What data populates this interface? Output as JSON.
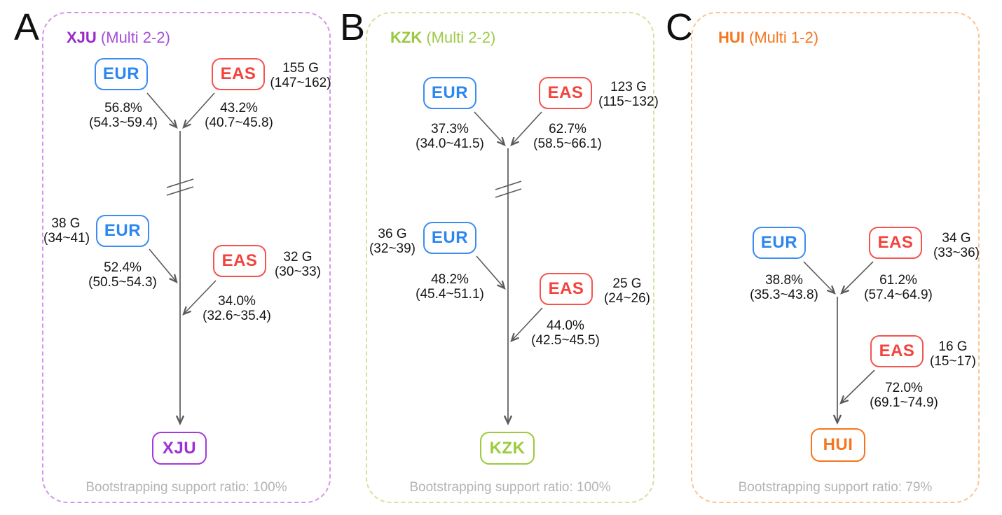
{
  "figure": {
    "description": "Three-panel admixture model diagram with EUR and EAS source populations",
    "colors": {
      "eur_node": "#2b87f0",
      "eas_node": "#f4423c",
      "xju_accent": "#9c30d0",
      "xju_panel_border": "#d694ef",
      "kzk_accent": "#9ccb3d",
      "kzk_panel_border": "#cde59c",
      "hui_accent": "#f5761e",
      "hui_panel_border": "#fcc493",
      "arrow": "#5a5a5a",
      "bootstrap_text": "#b4b4b4"
    }
  },
  "panels": [
    {
      "letter": "A",
      "title": {
        "name": "XJU",
        "variant": "(Multi 2-2)"
      },
      "top_admixture": {
        "left_source": "EUR",
        "right_source": "EAS",
        "generations": {
          "value": "155 G",
          "ci": "(147~162)"
        },
        "left_pct": {
          "value": "56.8%",
          "ci": "(54.3~59.4)"
        },
        "right_pct": {
          "value": "43.2%",
          "ci": "(40.7~45.8)"
        }
      },
      "second_admixture": {
        "left_source": "EUR",
        "left_generations": {
          "value": "38 G",
          "ci": "(34~41)"
        },
        "left_pct": {
          "value": "52.4%",
          "ci": "(50.5~54.3)"
        },
        "right_source": "EAS",
        "right_generations": {
          "value": "32 G",
          "ci": "(30~33)"
        },
        "right_pct": {
          "value": "34.0%",
          "ci": "(32.6~35.4)"
        }
      },
      "target": "XJU",
      "bootstrap": "Bootstrapping support ratio: 100%"
    },
    {
      "letter": "B",
      "title": {
        "name": "KZK",
        "variant": "(Multi 2-2)"
      },
      "top_admixture": {
        "left_source": "EUR",
        "right_source": "EAS",
        "generations": {
          "value": "123 G",
          "ci": "(115~132)"
        },
        "left_pct": {
          "value": "37.3%",
          "ci": "(34.0~41.5)"
        },
        "right_pct": {
          "value": "62.7%",
          "ci": "(58.5~66.1)"
        }
      },
      "second_admixture": {
        "left_source": "EUR",
        "left_generations": {
          "value": "36 G",
          "ci": "(32~39)"
        },
        "left_pct": {
          "value": "48.2%",
          "ci": "(45.4~51.1)"
        },
        "right_source": "EAS",
        "right_generations": {
          "value": "25 G",
          "ci": "(24~26)"
        },
        "right_pct": {
          "value": "44.0%",
          "ci": "(42.5~45.5)"
        }
      },
      "target": "KZK",
      "bootstrap": "Bootstrapping support ratio: 100%"
    },
    {
      "letter": "C",
      "title": {
        "name": "HUI",
        "variant": "(Multi 1-2)"
      },
      "top_admixture": {
        "left_source": "EUR",
        "right_source": "EAS",
        "generations": {
          "value": "34 G",
          "ci": "(33~36)"
        },
        "left_pct": {
          "value": "38.8%",
          "ci": "(35.3~43.8)"
        },
        "right_pct": {
          "value": "61.2%",
          "ci": "(57.4~64.9)"
        }
      },
      "second_admixture": {
        "right_source": "EAS",
        "right_generations": {
          "value": "16 G",
          "ci": "(15~17)"
        },
        "right_pct": {
          "value": "72.0%",
          "ci": "(69.1~74.9)"
        }
      },
      "target": "HUI",
      "bootstrap": "Bootstrapping support ratio: 79%"
    }
  ]
}
